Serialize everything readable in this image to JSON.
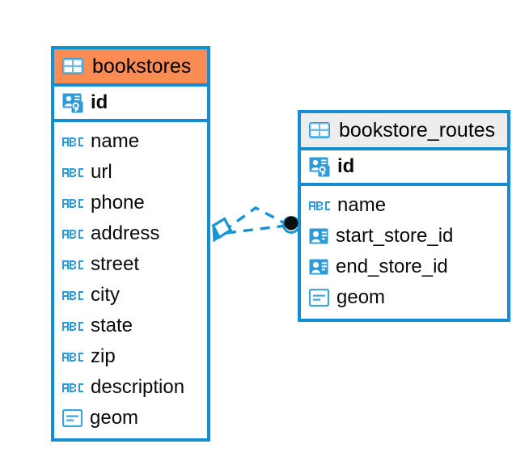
{
  "diagram": {
    "type": "entity-relationship-diagram",
    "colors": {
      "border_blue": "#138fd1",
      "header_accent_orange": "#fa8b55",
      "header_plain_gray": "#ededed",
      "icon_blue": "#2f9ad9",
      "connector_blue": "#1794d4",
      "endpoint_black": "#0d0d0d",
      "text_black": "#0a0a0a",
      "background": "#ffffff"
    },
    "entities": [
      {
        "name": "bookstores",
        "header_style": "accent",
        "header_icon": "table-icon",
        "primary_key": {
          "label": "id",
          "icon": "primary-key-icon"
        },
        "fields": [
          {
            "label": "name",
            "icon": "abc-text-icon"
          },
          {
            "label": "url",
            "icon": "abc-text-icon"
          },
          {
            "label": "phone",
            "icon": "abc-text-icon"
          },
          {
            "label": "address",
            "icon": "abc-text-icon"
          },
          {
            "label": "street",
            "icon": "abc-text-icon"
          },
          {
            "label": "city",
            "icon": "abc-text-icon"
          },
          {
            "label": "state",
            "icon": "abc-text-icon"
          },
          {
            "label": "zip",
            "icon": "abc-text-icon"
          },
          {
            "label": "description",
            "icon": "abc-text-icon"
          },
          {
            "label": "geom",
            "icon": "geometry-icon"
          }
        ]
      },
      {
        "name": "bookstore_routes",
        "header_style": "plain",
        "header_icon": "table-icon",
        "primary_key": {
          "label": "id",
          "icon": "primary-key-icon"
        },
        "fields": [
          {
            "label": "name",
            "icon": "abc-text-icon"
          },
          {
            "label": "start_store_id",
            "icon": "foreign-key-icon"
          },
          {
            "label": "end_store_id",
            "icon": "foreign-key-icon"
          },
          {
            "label": "geom",
            "icon": "geometry-icon"
          }
        ]
      }
    ],
    "relationships": [
      {
        "from_entity": "bookstores",
        "to_entity": "bookstore_routes",
        "from_marker": "diamond-open",
        "to_marker": "filled-circle",
        "line_style": "dashed",
        "count": 2
      }
    ],
    "icon_glyphs": {
      "abc-text-icon": "ABC"
    }
  }
}
